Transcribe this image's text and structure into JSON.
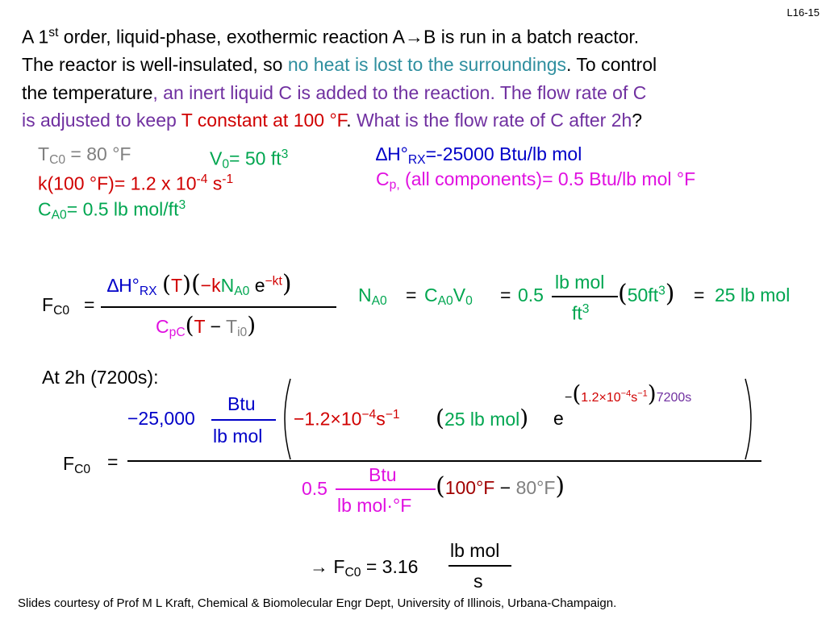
{
  "slide_number": "L16-15",
  "problem": {
    "l1_a": "A 1",
    "l1_st": "st",
    "l1_b": " order, liquid-phase, exothermic reaction A",
    "l1_arrow": "→",
    "l1_c": "B is run in a batch reactor.",
    "l2_a": "The reactor is well-insulated, so ",
    "l2_b": "no heat is lost to the surroundings",
    "l2_c": ".  To control",
    "l3_a": "the temperature",
    "l3_b": ", an inert liquid C is added to the reaction.   The flow rate of C",
    "l4_a": "is adjusted to keep ",
    "l4_b": "T constant at 100 °F",
    "l4_c": ".  ",
    "l4_d": "What is the flow rate of C after 2h",
    "l4_e": "?"
  },
  "givens": {
    "tc0": "T",
    "tc0_sub": "C0",
    "tc0_val": " = 80 °F",
    "v0": "V",
    "v0_sub": "0",
    "v0_val": "= 50 ft",
    "v0_sup": "3",
    "dh": "∆H°",
    "dh_sub": "RX",
    "dh_val": "=-25000 Btu/lb mol",
    "k": "k(100 °F)= 1.2 x 10",
    "k_exp": "-4",
    "k_unit": " s",
    "k_unit_exp": "-1",
    "cp": "C",
    "cp_sub": "p,",
    "cp_val": " (all components)= 0.5 Btu/lb mol °F",
    "ca0": "C",
    "ca0_sub": "A0",
    "ca0_val": "= 0.5 lb mol/ft",
    "ca0_sup": "3"
  },
  "equation1": {
    "lhs": "F",
    "lhs_sub": "C0",
    "eq": "=",
    "num_dh": "∆H°",
    "num_dh_sub": "RX",
    "num_t": "T",
    "num_minus": "−",
    "num_k": "k",
    "num_n": "N",
    "num_n_sub": "A0",
    "num_e": "e",
    "num_exp": "−kt",
    "den_c": "C",
    "den_c_sub": "pC",
    "den_t": "T",
    "den_minus": "−",
    "den_ti": "T",
    "den_ti_sub": "i0"
  },
  "equation2": {
    "n": "N",
    "n_sub": "A0",
    "eq1": "=",
    "c": "C",
    "c_sub": "A0",
    "v": "V",
    "v_sub": "0",
    "eq2": "=",
    "coef": "0.5",
    "frac_num": "lb mol",
    "frac_den": "ft",
    "frac_den_sup": "3",
    "vol": "50ft",
    "vol_sup": "3",
    "eq3": "=",
    "result": "25 lb mol"
  },
  "at_2h": {
    "label": "At 2h (7200s):"
  },
  "equation3": {
    "lhs": "F",
    "lhs_sub": "C0",
    "eq": "=",
    "dh_val": "−25,000",
    "dh_num": "Btu",
    "dh_den": "lb mol",
    "k_val": "−1.2×10",
    "k_exp": "−4",
    "k_unit": "s",
    "k_unit_exp": "−1",
    "n_val": "25 lb mol",
    "e": "e",
    "exp_minus": "−",
    "exp_k": "1.2×10",
    "exp_k_exp": "−4",
    "exp_s": "s",
    "exp_s_exp": "−1",
    "exp_t": "7200s",
    "den_cp": "0.5",
    "den_num": "Btu",
    "den_den": "lb mol·°F",
    "den_t1": "100°F",
    "den_minus": "−",
    "den_t2": "80°F"
  },
  "result": {
    "arrow": "→",
    "f": "F",
    "f_sub": "C0",
    "eq": "=",
    "val": "3.16",
    "unit_num": "lb mol",
    "unit_den": "s"
  },
  "footer": "Slides courtesy of Prof M L Kraft, Chemical & Biomolecular Engr Dept, University of Illinois, Urbana-Champaign."
}
